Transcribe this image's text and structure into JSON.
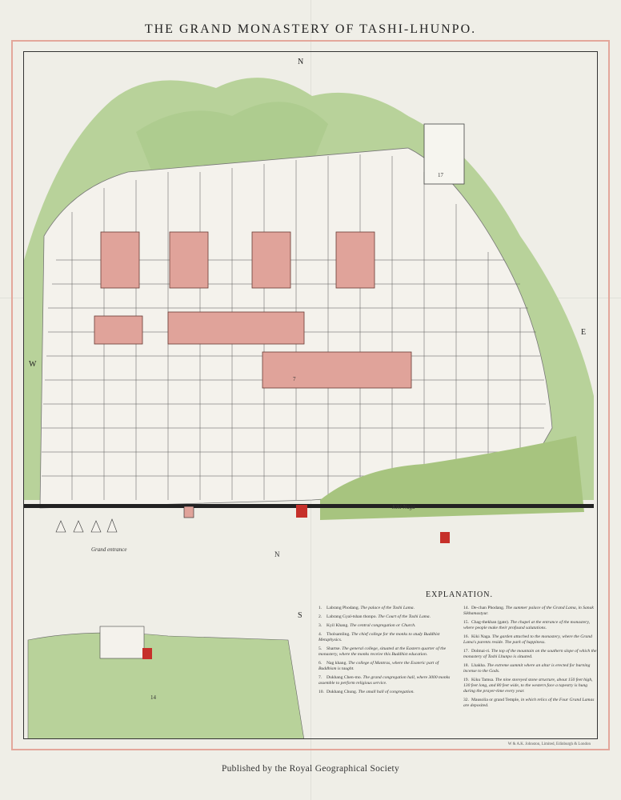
{
  "title": "THE GRAND MONASTERY OF TASHI-LHUNPO.",
  "publisher": "Published by the Royal Geographical Society",
  "printer": "W & A.K. Johnston, Limited, Edinburgh & London",
  "compass": {
    "n": "N",
    "e": "E",
    "w": "W",
    "s": "S"
  },
  "map_labels": {
    "grand_entrance": "Grand entrance",
    "kiki_naga": "Kiki Naga",
    "n_small": "N",
    "n14": "14",
    "n17": "17",
    "n7": "7"
  },
  "explanation": {
    "heading": "EXPLANATION.",
    "left": [
      {
        "n": "1.",
        "name": "Labrang Phodang.",
        "desc": "The palace of the Tashi Lama."
      },
      {
        "n": "2.",
        "name": "Labrang Gyal-tshan thonpo.",
        "desc": "The Court of the Tashi Lama."
      },
      {
        "n": "3.",
        "name": "Kyil Khang.",
        "desc": "The central congregation or Church."
      },
      {
        "n": "4.",
        "name": "Tholsamling.",
        "desc": "The chief college for the monks to study Buddhist Metaphysics."
      },
      {
        "n": "5.",
        "name": "Shartse.",
        "desc": "The general college, situated at the Eastern quarter of the monastery, where the monks receive this Buddhist education."
      },
      {
        "n": "6.",
        "name": "Nag khang.",
        "desc": "The college of Mantras, where the Esoteric part of Buddhism is taught."
      },
      {
        "n": "7.",
        "name": "Dukhang Chen-mo.",
        "desc": "The grand congregation hall, where 3000 monks assemble to perform religious service."
      },
      {
        "n": "10.",
        "name": "Dukhang Chung.",
        "desc": "The small hall of congregation."
      }
    ],
    "right": [
      {
        "n": "14.",
        "name": "De-chan Phodang.",
        "desc": "The summer palace of the Grand Lama, in Sanak Sikhamastyur."
      },
      {
        "n": "15.",
        "name": "Chag-thekhan (gate).",
        "desc": "The chapel at the entrance of the monastery, where people make their profound salutations."
      },
      {
        "n": "16.",
        "name": "Kiki Naga.",
        "desc": "The garden attached to the monastery, where the Grand Lama's parents reside. The park of happiness."
      },
      {
        "n": "17.",
        "name": "Dolmai-ri.",
        "desc": "The top of the mountain on the southern slope of which the monastery of Tashi Lhunpo is situated."
      },
      {
        "n": "18.",
        "name": "Lhakha.",
        "desc": "The extreme summit where an altar is erected for burning incense to the Gods."
      },
      {
        "n": "19.",
        "name": "Kiku Tamsa.",
        "desc": "The nine storeyed stone structure, about 150 feet high, 130 feet long, and 80 feet wide, to the western face a tapestry is hung during the prayer-time every year."
      },
      {
        "n": "32.",
        "name": "Mausolia or grand Temple,",
        "desc": "in which relics of the Four Grand Lamas are deposited."
      }
    ]
  }
}
